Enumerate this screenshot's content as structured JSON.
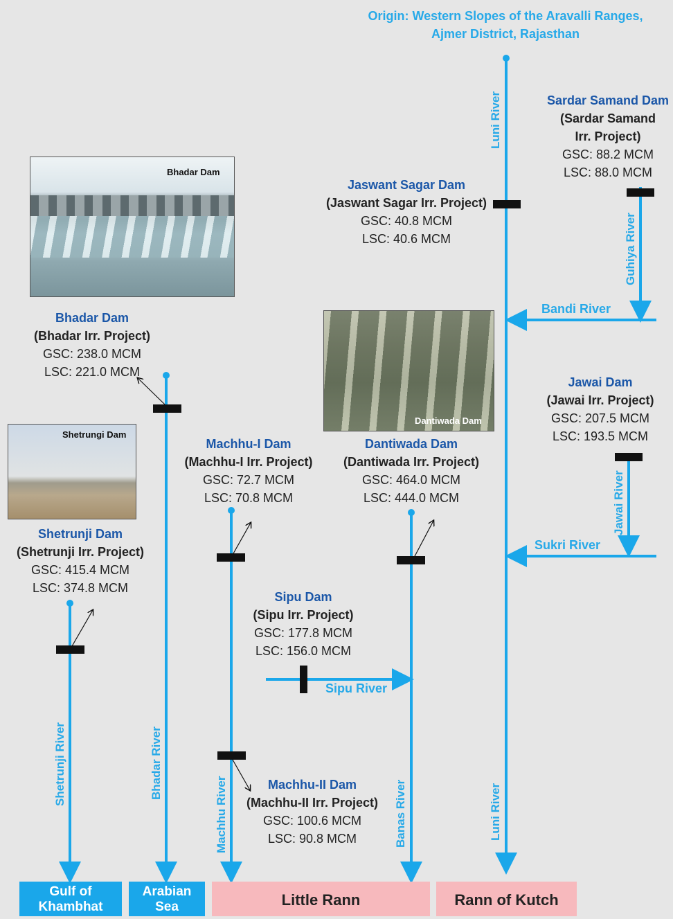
{
  "origin": {
    "line1": "Origin: Western Slopes of the Aravalli Ranges,",
    "line2": "Ajmer District, Rajasthan"
  },
  "dams": {
    "sardar": {
      "name": "Sardar Samand Dam",
      "proj1": "(Sardar Samand",
      "proj2": "Irr. Project)",
      "gsc": "GSC: 88.2 MCM",
      "lsc": "LSC: 88.0 MCM"
    },
    "jaswant": {
      "name": "Jaswant Sagar Dam",
      "proj": "(Jaswant Sagar Irr. Project)",
      "gsc": "GSC: 40.8 MCM",
      "lsc": "LSC: 40.6 MCM"
    },
    "bhadar": {
      "name": "Bhadar Dam",
      "proj": "(Bhadar Irr. Project)",
      "gsc": "GSC: 238.0 MCM",
      "lsc": "LSC: 221.0 MCM"
    },
    "jawai": {
      "name": "Jawai Dam",
      "proj": "(Jawai Irr. Project)",
      "gsc": "GSC: 207.5 MCM",
      "lsc": "LSC: 193.5 MCM"
    },
    "machhu1": {
      "name": "Machhu-I Dam",
      "proj": "(Machhu-I Irr. Project)",
      "gsc": "GSC: 72.7 MCM",
      "lsc": "LSC: 70.8 MCM"
    },
    "dantiwada": {
      "name": "Dantiwada Dam",
      "proj": "(Dantiwada Irr. Project)",
      "gsc": "GSC: 464.0 MCM",
      "lsc": "LSC: 444.0 MCM"
    },
    "shetrunji": {
      "name": "Shetrunji Dam",
      "proj": "(Shetrunji Irr. Project)",
      "gsc": "GSC: 415.4 MCM",
      "lsc": "LSC: 374.8 MCM"
    },
    "sipu": {
      "name": "Sipu Dam",
      "proj": "(Sipu Irr. Project)",
      "gsc": "GSC: 177.8 MCM",
      "lsc": "LSC: 156.0 MCM"
    },
    "machhu2": {
      "name": "Machhu-II Dam",
      "proj": "(Machhu-II  Irr. Project)",
      "gsc": "GSC: 100.6 MCM",
      "lsc": "LSC: 90.8 MCM"
    }
  },
  "rivers": {
    "luni": "Luni River",
    "guhiya": "Guhiya River",
    "bandi": "Bandi River",
    "jawai": "Jawai River",
    "sukri": "Sukri River",
    "sipu": "Sipu River",
    "shetrunji": "Shetrunji River",
    "bhadar": "Bhadar River",
    "machhu": "Machhu River",
    "banas": "Banas River"
  },
  "photos": {
    "bhadar": "Bhadar Dam",
    "dantiwada": "Dantiwada Dam",
    "shetrunji": "Shetrungi Dam"
  },
  "outlets": {
    "khambhat1": "Gulf of",
    "khambhat2": "Khambhat",
    "arabian1": "Arabian",
    "arabian2": "Sea",
    "little_rann": "Little Rann",
    "rann_kutch": "Rann of Kutch"
  },
  "colors": {
    "river": "#1aa7ea",
    "dam_bar": "#111111",
    "dam_name": "#1b57a8",
    "sea_box": "#1aa7ea",
    "rann_box": "#f7b9bd"
  }
}
